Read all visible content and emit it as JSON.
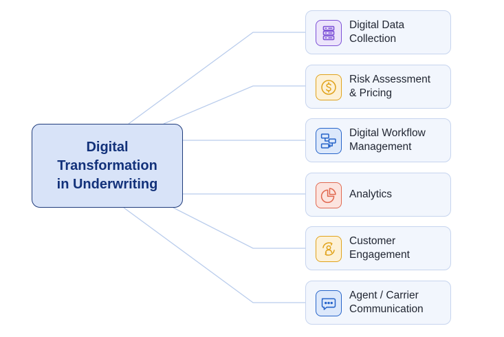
{
  "center": {
    "lines": [
      "Digital",
      "Transformation",
      "in Underwriting"
    ]
  },
  "items": [
    {
      "lines": [
        "Digital Data",
        "Collection"
      ],
      "icon": "database-icon",
      "color": "#7b4fd6",
      "bg": "#ece4fb"
    },
    {
      "lines": [
        "Risk Assessment",
        "& Pricing"
      ],
      "icon": "dollar-icon",
      "color": "#e0a21a",
      "bg": "#fdf1d6"
    },
    {
      "lines": [
        "Digital Workflow",
        "Management"
      ],
      "icon": "workflow-icon",
      "color": "#2563c9",
      "bg": "#dce8fb"
    },
    {
      "lines": [
        "Analytics"
      ],
      "icon": "pie-chart-icon",
      "color": "#e0674f",
      "bg": "#fce4df"
    },
    {
      "lines": [
        "Customer",
        "Engagement"
      ],
      "icon": "customer-icon",
      "color": "#e0a21a",
      "bg": "#fdf1d6"
    },
    {
      "lines": [
        "Agent / Carrier",
        "Communication"
      ],
      "icon": "chat-icon",
      "color": "#2563c9",
      "bg": "#dce8fb"
    }
  ]
}
